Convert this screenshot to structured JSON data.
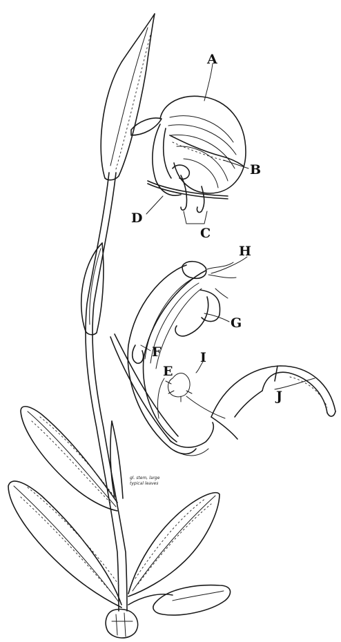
{
  "labels": {
    "A": "A",
    "B": "B",
    "C": "C",
    "D": "D",
    "E": "E",
    "F": "F",
    "G": "G",
    "H": "H",
    "I": "I",
    "J": "J"
  },
  "handwritten_note": [
    "gl. stem, large",
    "typical leaves"
  ]
}
